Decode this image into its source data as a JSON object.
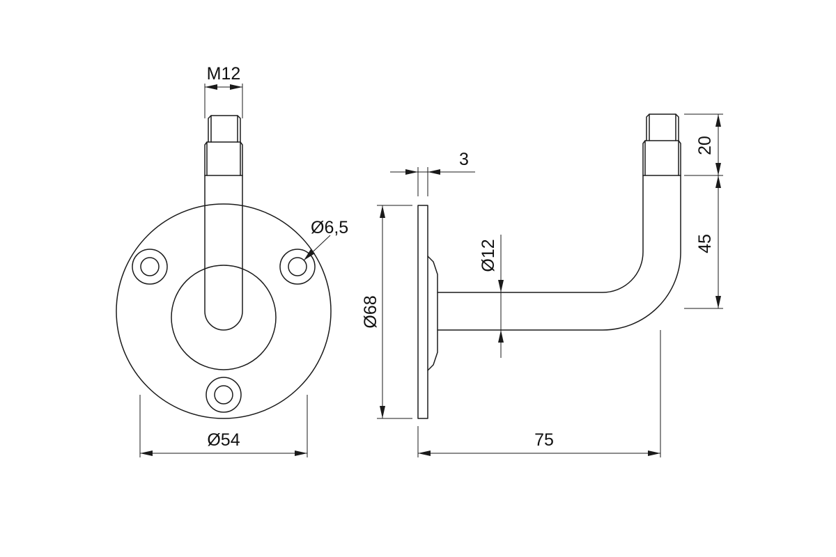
{
  "front_view": {
    "thread_label": "M12",
    "hole_label": "Ø6,5",
    "plate_diameter_label": "Ø54"
  },
  "side_view": {
    "plate_thickness_label": "3",
    "plate_diameter_label": "Ø68",
    "rod_diameter_label": "Ø12",
    "thread_length_label": "20",
    "rise_label": "45",
    "projection_label": "75"
  },
  "colors": {
    "line": "#1a1a1a",
    "background": "#ffffff"
  }
}
